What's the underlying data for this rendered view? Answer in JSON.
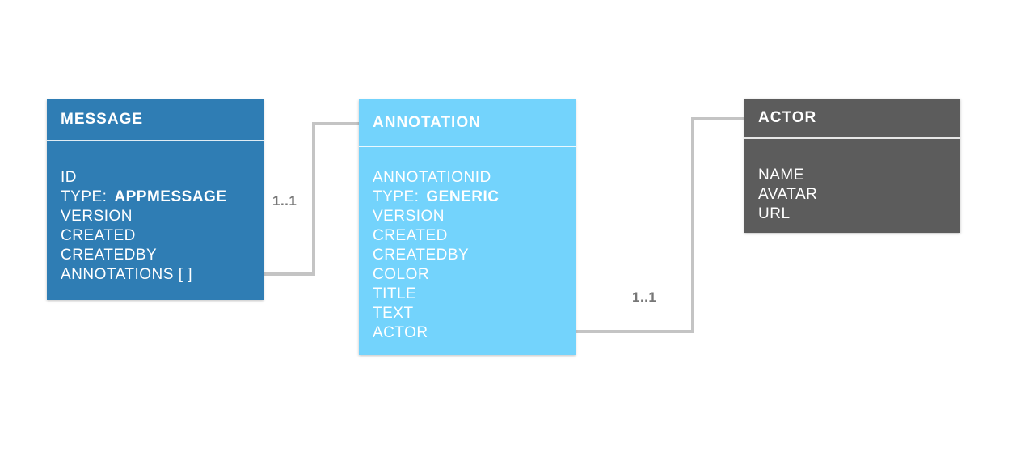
{
  "entities": {
    "message": {
      "title": "MESSAGE",
      "fields": [
        {
          "name": "ID",
          "value": ""
        },
        {
          "name": "TYPE:",
          "value": "APPMESSAGE"
        },
        {
          "name": "VERSION",
          "value": ""
        },
        {
          "name": "CREATED",
          "value": ""
        },
        {
          "name": "CREATEDBY",
          "value": ""
        },
        {
          "name": "ANNOTATIONS [ ]",
          "value": ""
        }
      ],
      "color": "#2f7db4"
    },
    "annotation": {
      "title": "ANNOTATION",
      "fields": [
        {
          "name": "ANNOTATIONID",
          "value": ""
        },
        {
          "name": "TYPE:",
          "value": "GENERIC"
        },
        {
          "name": "VERSION",
          "value": ""
        },
        {
          "name": "CREATED",
          "value": ""
        },
        {
          "name": "CREATEDBY",
          "value": ""
        },
        {
          "name": "COLOR",
          "value": ""
        },
        {
          "name": "TITLE",
          "value": ""
        },
        {
          "name": "TEXT",
          "value": ""
        },
        {
          "name": "ACTOR",
          "value": ""
        }
      ],
      "color": "#73d3fc"
    },
    "actor": {
      "title": "ACTOR",
      "fields": [
        {
          "name": "NAME",
          "value": ""
        },
        {
          "name": "AVATAR",
          "value": ""
        },
        {
          "name": "URL",
          "value": ""
        }
      ],
      "color": "#5c5c5c"
    }
  },
  "relations": [
    {
      "from": "annotation",
      "to": "message.ANNOTATIONS [ ]",
      "multiplicity": "1..1"
    },
    {
      "from": "actor",
      "to": "annotation.ACTOR",
      "multiplicity": "1..1"
    }
  ],
  "connector_color": "#c4c4c4"
}
